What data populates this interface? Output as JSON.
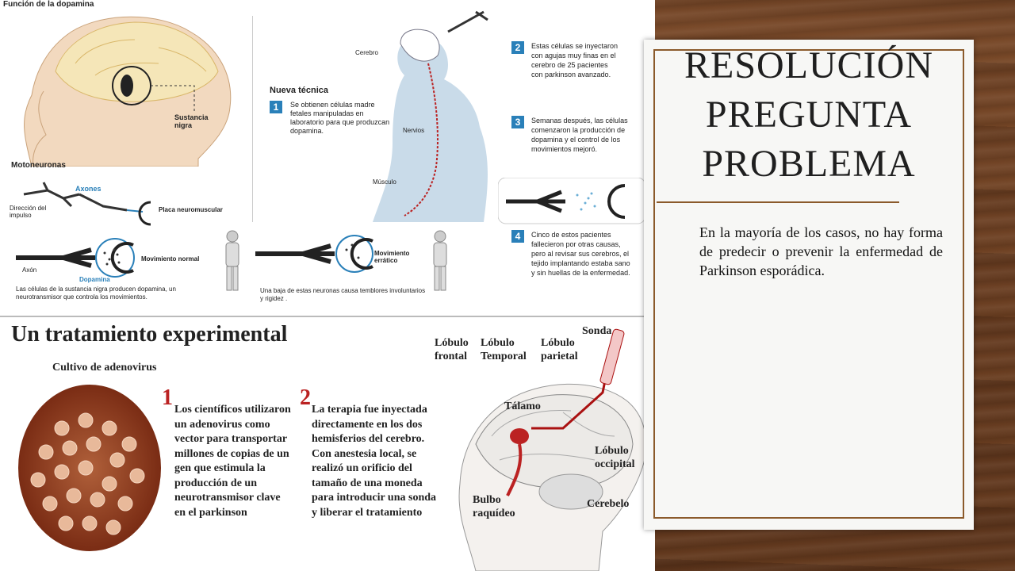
{
  "slide": {
    "title_lines": [
      "RESOLUCIÓN",
      "PREGUNTA",
      "PROBLEMA"
    ],
    "body": "En la mayoría de los casos, no hay forma de predecir o prevenir la enfermedad de Parkinson esporádica.",
    "colors": {
      "frame": "#8b5a2b",
      "card": "#f7f7f5",
      "wood": "#6b4226"
    }
  },
  "top_infographic": {
    "heading": "Función de la dopamina",
    "labels": {
      "sustancia": "Sustancia nigra",
      "motoneuronas": "Motoneuronas",
      "axones": "Axones",
      "direccion": "Dirección del impulso",
      "placa": "Placa neuromuscular",
      "axon": "Axón",
      "dopamina": "Dopamina",
      "mov_normal": "Movimiento normal",
      "mov_erratico": "Movimiento errático",
      "cerebro": "Cerebro",
      "nervios": "Nervios",
      "musculo": "Músculo",
      "nueva_tecnica": "Nueva técnica"
    },
    "captions": {
      "left": "Las células de la sustancia nigra producen dopamina, un neurotransmisor que controla los movimientos.",
      "mid": "Una baja de estas neuronas causa temblores involuntarios y rigidez ."
    },
    "steps": [
      {
        "n": "1",
        "text": "Se obtienen células madre fetales manipuladas en laboratorio para que produzcan dopamina."
      },
      {
        "n": "2",
        "text": "Estas células se inyectaron con agujas muy finas en el cerebro de 25 pacientes con parkinson avanzado."
      },
      {
        "n": "3",
        "text": "Semanas después, las células comenzaron la producción de dopamina y el control de los movimientos mejoró."
      },
      {
        "n": "4",
        "text": "Cinco de estos pacientes fallecieron por otras causas, pero al revisar sus cerebros, el tejido implantando estaba sano y sin huellas de la enfermedad."
      }
    ]
  },
  "bottom_infographic": {
    "heading": "Un tratamiento experimental",
    "cultivo": "Cultivo de adenovirus",
    "step1_n": "1",
    "step1": "Los científicos utilizaron un adenovirus como vector para transportar millones de copias de un gen que estimula la producción de un neurotransmisor clave en el parkinson",
    "step2_n": "2",
    "step2": "La terapia fue inyectada directamente en los dos hemisferios del cerebro. Con anestesia local, se realizó un orificio del tamaño de una moneda para introducir una sonda y liberar el tratamiento",
    "brain_labels": {
      "frontal": "Lóbulo frontal",
      "temporal": "Lóbulo Temporal",
      "parietal": "Lóbulo parietal",
      "sonda": "Sonda",
      "talamo": "Tálamo",
      "occipital": "Lóbulo occipital",
      "bulbo": "Bulbo raquídeo",
      "cerebelo": "Cerebelo"
    }
  }
}
